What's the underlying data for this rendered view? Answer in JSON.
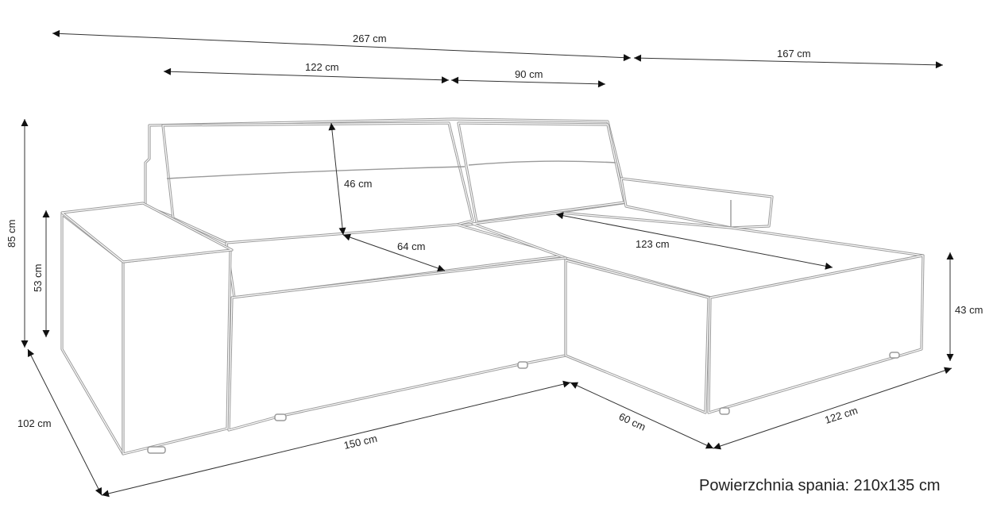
{
  "dimensions": {
    "total_width": "267 cm",
    "chaise_length": "167 cm",
    "back_left_width": "122 cm",
    "back_right_width": "90 cm",
    "total_height": "85 cm",
    "armrest_height": "53 cm",
    "depth": "102 cm",
    "front_width": "150 cm",
    "chaise_front_width": "60 cm",
    "chaise_side_length": "122 cm",
    "seat_height": "43 cm",
    "backrest_height": "46 cm",
    "seat_depth": "64 cm",
    "chaise_seat_length": "123 cm"
  },
  "caption": "Powierzchnia spania: 210x135 cm"
}
